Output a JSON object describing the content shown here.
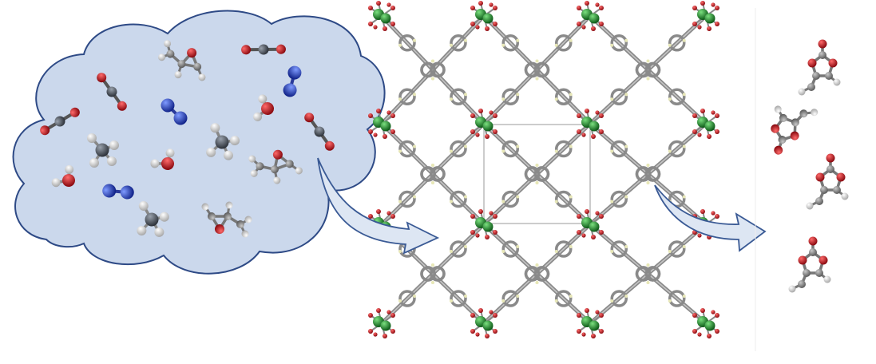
{
  "figure": {
    "panels": [
      "gas-mixture-cloud",
      "mof-crystal-lattice",
      "cyclic-carbonate-products"
    ],
    "colors": {
      "cloud_fill": "#cbd8ec",
      "cloud_outline": "#2e4a86",
      "arrow_fill": "#dde6f3",
      "arrow_outline": "#3a5a95",
      "carbon": "#4a4f58",
      "oxygen": "#c0141c",
      "nitrogen": "#1f3fc8",
      "hydrogen": "#e8e8e8",
      "metal_node": "#1c8a2e",
      "linker_carbon": "#8a8a8a",
      "unit_cell": "#9a9a9a"
    },
    "cloud_molecules": [
      "co2",
      "co2",
      "co2",
      "co2",
      "n2",
      "n2",
      "n2",
      "ch4",
      "ch4",
      "ch4",
      "h2o",
      "h2o",
      "h2o",
      "propylene-oxide",
      "propylene-oxide",
      "propylene-oxide"
    ],
    "products": [
      "propylene-carbonate",
      "propylene-carbonate",
      "propylene-carbonate",
      "propylene-carbonate"
    ]
  }
}
